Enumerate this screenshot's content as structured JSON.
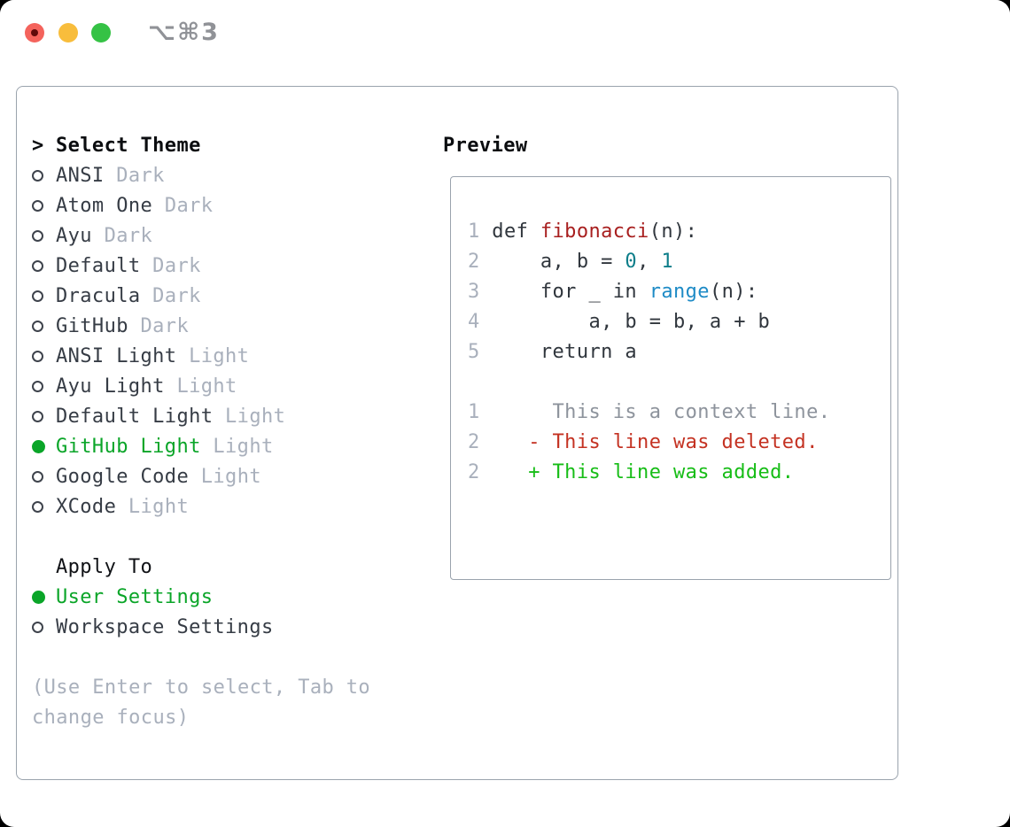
{
  "window": {
    "hotkey": "⌥⌘3",
    "traffic_lights": [
      "close",
      "minimize",
      "zoom"
    ]
  },
  "colors": {
    "accent_green": "#0aa528",
    "tag_gray": "#a9b0bc",
    "text_dark": "#363c45",
    "panel_border": "#9aa3ad",
    "function_red": "#a81f1f",
    "number_teal": "#0d7e8a",
    "builtin_blue": "#1e8bc6",
    "context_gray": "#8d939c",
    "deleted_red": "#c43222",
    "added_green": "#17bd17"
  },
  "theme_list": {
    "header": {
      "marker": ">",
      "label": "Select Theme"
    },
    "items": [
      {
        "label": "ANSI",
        "tag": "Dark",
        "selected": false
      },
      {
        "label": "Atom One",
        "tag": "Dark",
        "selected": false
      },
      {
        "label": "Ayu",
        "tag": "Dark",
        "selected": false
      },
      {
        "label": "Default",
        "tag": "Dark",
        "selected": false
      },
      {
        "label": "Dracula",
        "tag": "Dark",
        "selected": false
      },
      {
        "label": "GitHub",
        "tag": "Dark",
        "selected": false
      },
      {
        "label": "ANSI Light",
        "tag": "Light",
        "selected": false
      },
      {
        "label": "Ayu Light",
        "tag": "Light",
        "selected": false
      },
      {
        "label": "Default Light",
        "tag": "Light",
        "selected": false
      },
      {
        "label": "GitHub Light",
        "tag": "Light",
        "selected": true
      },
      {
        "label": "Google Code",
        "tag": "Light",
        "selected": false
      },
      {
        "label": "XCode",
        "tag": "Light",
        "selected": false
      }
    ]
  },
  "apply_to": {
    "header": "Apply To",
    "items": [
      {
        "label": "User Settings",
        "selected": true
      },
      {
        "label": "Workspace Settings",
        "selected": false
      }
    ]
  },
  "hints": [
    "(Use Enter to select, Tab to",
    "change focus)"
  ],
  "preview": {
    "title": "Preview",
    "lines": [
      {
        "num": "1",
        "segs": [
          {
            "t": " def ",
            "c": "code"
          },
          {
            "t": "fibonacci",
            "c": "func"
          },
          {
            "t": "(n):",
            "c": "code"
          }
        ]
      },
      {
        "num": "2",
        "segs": [
          {
            "t": "     a, b = ",
            "c": "code"
          },
          {
            "t": "0",
            "c": "num"
          },
          {
            "t": ", ",
            "c": "code"
          },
          {
            "t": "1",
            "c": "num"
          }
        ]
      },
      {
        "num": "3",
        "segs": [
          {
            "t": "     for _ in ",
            "c": "code"
          },
          {
            "t": "range",
            "c": "builtin"
          },
          {
            "t": "(n):",
            "c": "code"
          }
        ]
      },
      {
        "num": "4",
        "segs": [
          {
            "t": "         a, b = b, a + b",
            "c": "code"
          }
        ]
      },
      {
        "num": "5",
        "segs": [
          {
            "t": "     return a",
            "c": "code"
          }
        ]
      },
      {
        "num": "",
        "segs": []
      },
      {
        "num": "1",
        "segs": [
          {
            "t": "      This is a context line.",
            "c": "context"
          }
        ]
      },
      {
        "num": "2",
        "segs": [
          {
            "t": "    - This line was deleted.",
            "c": "del"
          }
        ]
      },
      {
        "num": "2",
        "segs": [
          {
            "t": "    + This line was added.",
            "c": "add"
          }
        ]
      }
    ]
  }
}
